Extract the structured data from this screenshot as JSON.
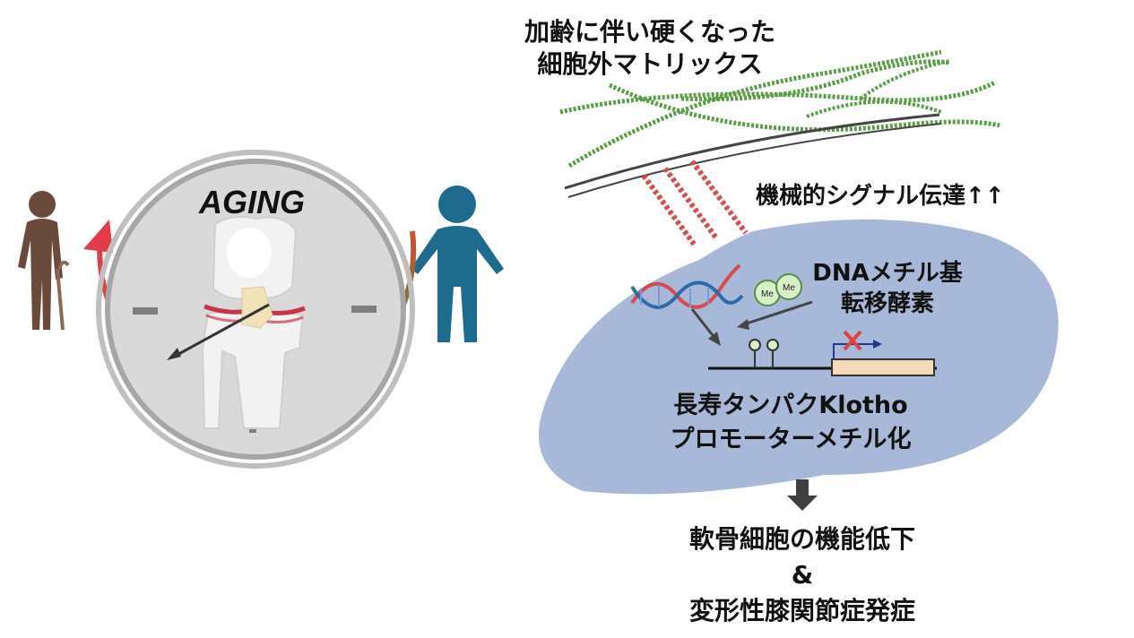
{
  "clock": {
    "title": "AGING"
  },
  "ecm": {
    "label_line1": "加齢に伴い硬くなった",
    "label_line2": "細胞外マトリックス"
  },
  "signal": {
    "label": "機械的シグナル伝達↑↑"
  },
  "nucleus": {
    "enzyme_line1": "DNAメチル基",
    "enzyme_line2": "転移酵素",
    "methyl_tag": "Me",
    "promoter_line1": "長寿タンパクKlotho",
    "promoter_line2": "プロモーターメチル化"
  },
  "outcome": {
    "line1": "軟骨細胞の機能低下",
    "line2": "&",
    "line3": "変形性膝関節症発症"
  },
  "colors": {
    "elder": "#6a4a3a",
    "young": "#1f6b8e",
    "nucleus": "#a8b8d8",
    "fiber": "#5a9c48",
    "integrin": "#d94a4a",
    "arrow": "#444444"
  }
}
